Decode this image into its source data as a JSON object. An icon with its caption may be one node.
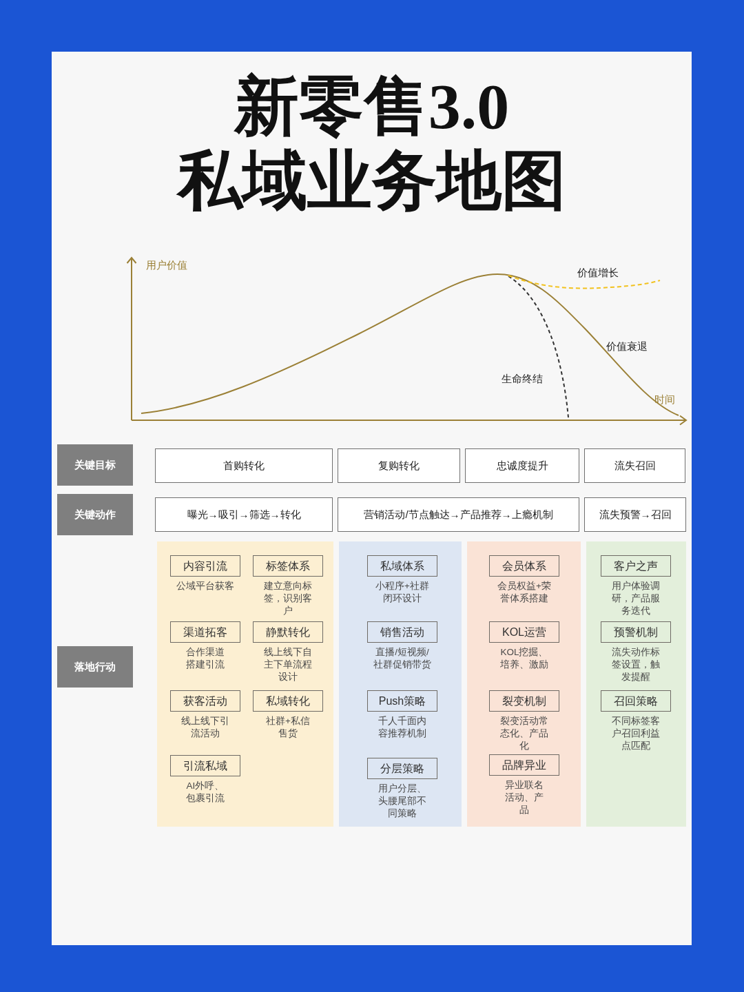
{
  "diagram": {
    "title": "新零售3.0 私域业务地图",
    "nodes": [
      {
        "text": [
          "关键目标"
        ]
      },
      {
        "text": [
          "首购转化"
        ]
      },
      {
        "text": [
          "复购转化"
        ]
      },
      {
        "text": [
          "忠诚度提升"
        ]
      },
      {
        "text": [
          "流失召回"
        ]
      },
      {
        "text": [
          "关键动作"
        ]
      },
      {
        "text": [
          "曝光→吸引→筛选→转化"
        ]
      },
      {
        "text": [
          "营销活动/节点触达→产品推荐→上瘾机制"
        ]
      },
      {
        "text": [
          "流失预警→召回"
        ]
      },
      {
        "text": [
          "落地行动"
        ]
      },
      {
        "text": [],
        "shape": "box"
      },
      {
        "text": [
          "内容引流"
        ],
        "beside": [
          "公域平台获客"
        ],
        "in": 10
      },
      {
        "text": [
          "标签体系"
        ],
        "beside": [
          "建立意向标签，识别客户"
        ],
        "in": 10
      },
      {
        "text": [
          "渠道拓客"
        ],
        "beside": [
          "合作渠道搭建引流"
        ],
        "in": 10
      },
      {
        "text": [
          "静默转化"
        ],
        "beside": [
          "线上线下自主下单流程设计"
        ],
        "in": 10
      },
      {
        "text": [
          "获客活动"
        ],
        "beside": [
          "线上线下引流活动"
        ],
        "in": 10
      },
      {
        "text": [
          "私域转化"
        ],
        "beside": [
          "社群+私信售货"
        ],
        "in": 10
      },
      {
        "text": [
          "引流私域"
        ],
        "beside": [
          "AI外呼、包裹引流"
        ],
        "in": 10
      },
      {
        "text": [],
        "shape": "box"
      },
      {
        "text": [
          "私域体系"
        ],
        "beside": [
          "小程序+社群闭环设计"
        ],
        "in": 18
      },
      {
        "text": [
          "销售活动"
        ],
        "beside": [
          "直播/短视频/社群促销带货"
        ],
        "in": 18
      },
      {
        "text": [
          "Push策略"
        ],
        "beside": [
          "千人千面内容推荐机制"
        ],
        "in": 18
      },
      {
        "text": [
          "分层策略"
        ],
        "beside": [
          "用户分层、头腰尾部不同策略"
        ],
        "in": 18
      },
      {
        "text": [],
        "shape": "box"
      },
      {
        "text": [
          "会员体系"
        ],
        "beside": [
          "会员权益+荣誉体系搭建"
        ],
        "in": 23
      },
      {
        "text": [
          "KOL运营"
        ],
        "beside": [
          "KOL挖掘、培养、激励"
        ],
        "in": 23
      },
      {
        "text": [
          "裂变机制"
        ],
        "beside": [
          "裂变活动常态化、产品化"
        ],
        "in": 23
      },
      {
        "text": [
          "品牌异业"
        ],
        "beside": [
          "异业联名活动、产品"
        ],
        "in": 23
      },
      {
        "text": [],
        "shape": "box"
      },
      {
        "text": [
          "客户之声"
        ],
        "beside": [
          "用户体验调研，产品服务迭代"
        ],
        "in": 28
      },
      {
        "text": [
          "预警机制"
        ],
        "beside": [
          "流失动作标签设置，触发提醒"
        ],
        "in": 28
      },
      {
        "text": [
          "召回策略"
        ],
        "beside": [
          "不同标签客户召回利益点匹配"
        ],
        "in": 28
      }
    ],
    "labels": [
      "用户价值",
      "价值增长",
      "价值衰退",
      "生命终结",
      "时间"
    ]
  }
}
